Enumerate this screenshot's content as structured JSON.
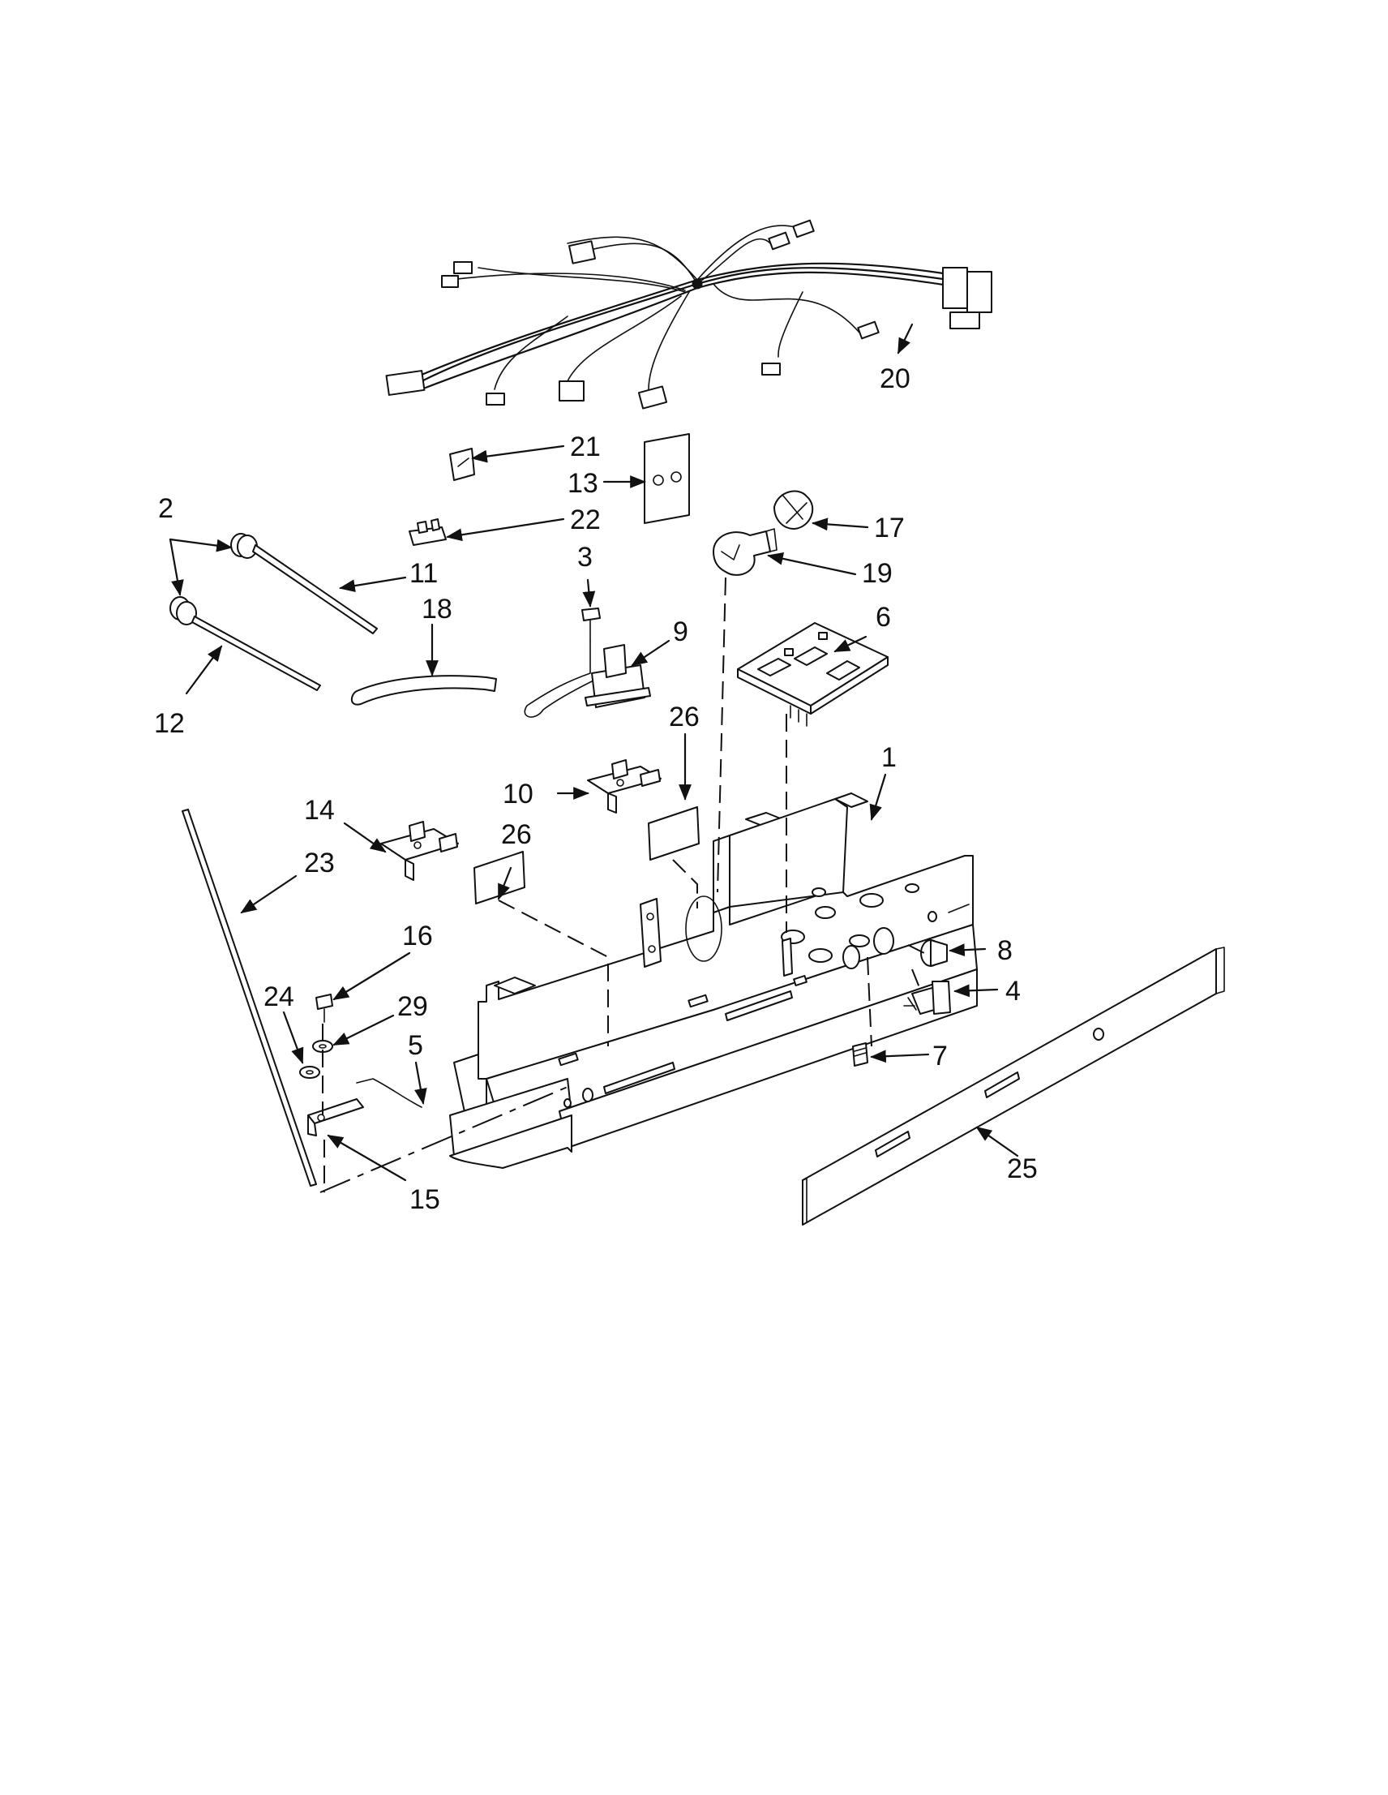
{
  "callouts": [
    {
      "id": "c1",
      "text": "1"
    },
    {
      "id": "c2",
      "text": "2"
    },
    {
      "id": "c3",
      "text": "3"
    },
    {
      "id": "c4",
      "text": "4"
    },
    {
      "id": "c5",
      "text": "5"
    },
    {
      "id": "c6",
      "text": "6"
    },
    {
      "id": "c7",
      "text": "7"
    },
    {
      "id": "c8",
      "text": "8"
    },
    {
      "id": "c9",
      "text": "9"
    },
    {
      "id": "c10",
      "text": "10"
    },
    {
      "id": "c11",
      "text": "11"
    },
    {
      "id": "c12",
      "text": "12"
    },
    {
      "id": "c13",
      "text": "13"
    },
    {
      "id": "c14",
      "text": "14"
    },
    {
      "id": "c15",
      "text": "15"
    },
    {
      "id": "c16",
      "text": "16"
    },
    {
      "id": "c17",
      "text": "17"
    },
    {
      "id": "c18",
      "text": "18"
    },
    {
      "id": "c19",
      "text": "19"
    },
    {
      "id": "c20",
      "text": "20"
    },
    {
      "id": "c21",
      "text": "21"
    },
    {
      "id": "c22",
      "text": "22"
    },
    {
      "id": "c23",
      "text": "23"
    },
    {
      "id": "c24",
      "text": "24"
    },
    {
      "id": "c25",
      "text": "25"
    },
    {
      "id": "c26a",
      "text": "26"
    },
    {
      "id": "c26b",
      "text": "26"
    },
    {
      "id": "c29",
      "text": "29"
    }
  ]
}
